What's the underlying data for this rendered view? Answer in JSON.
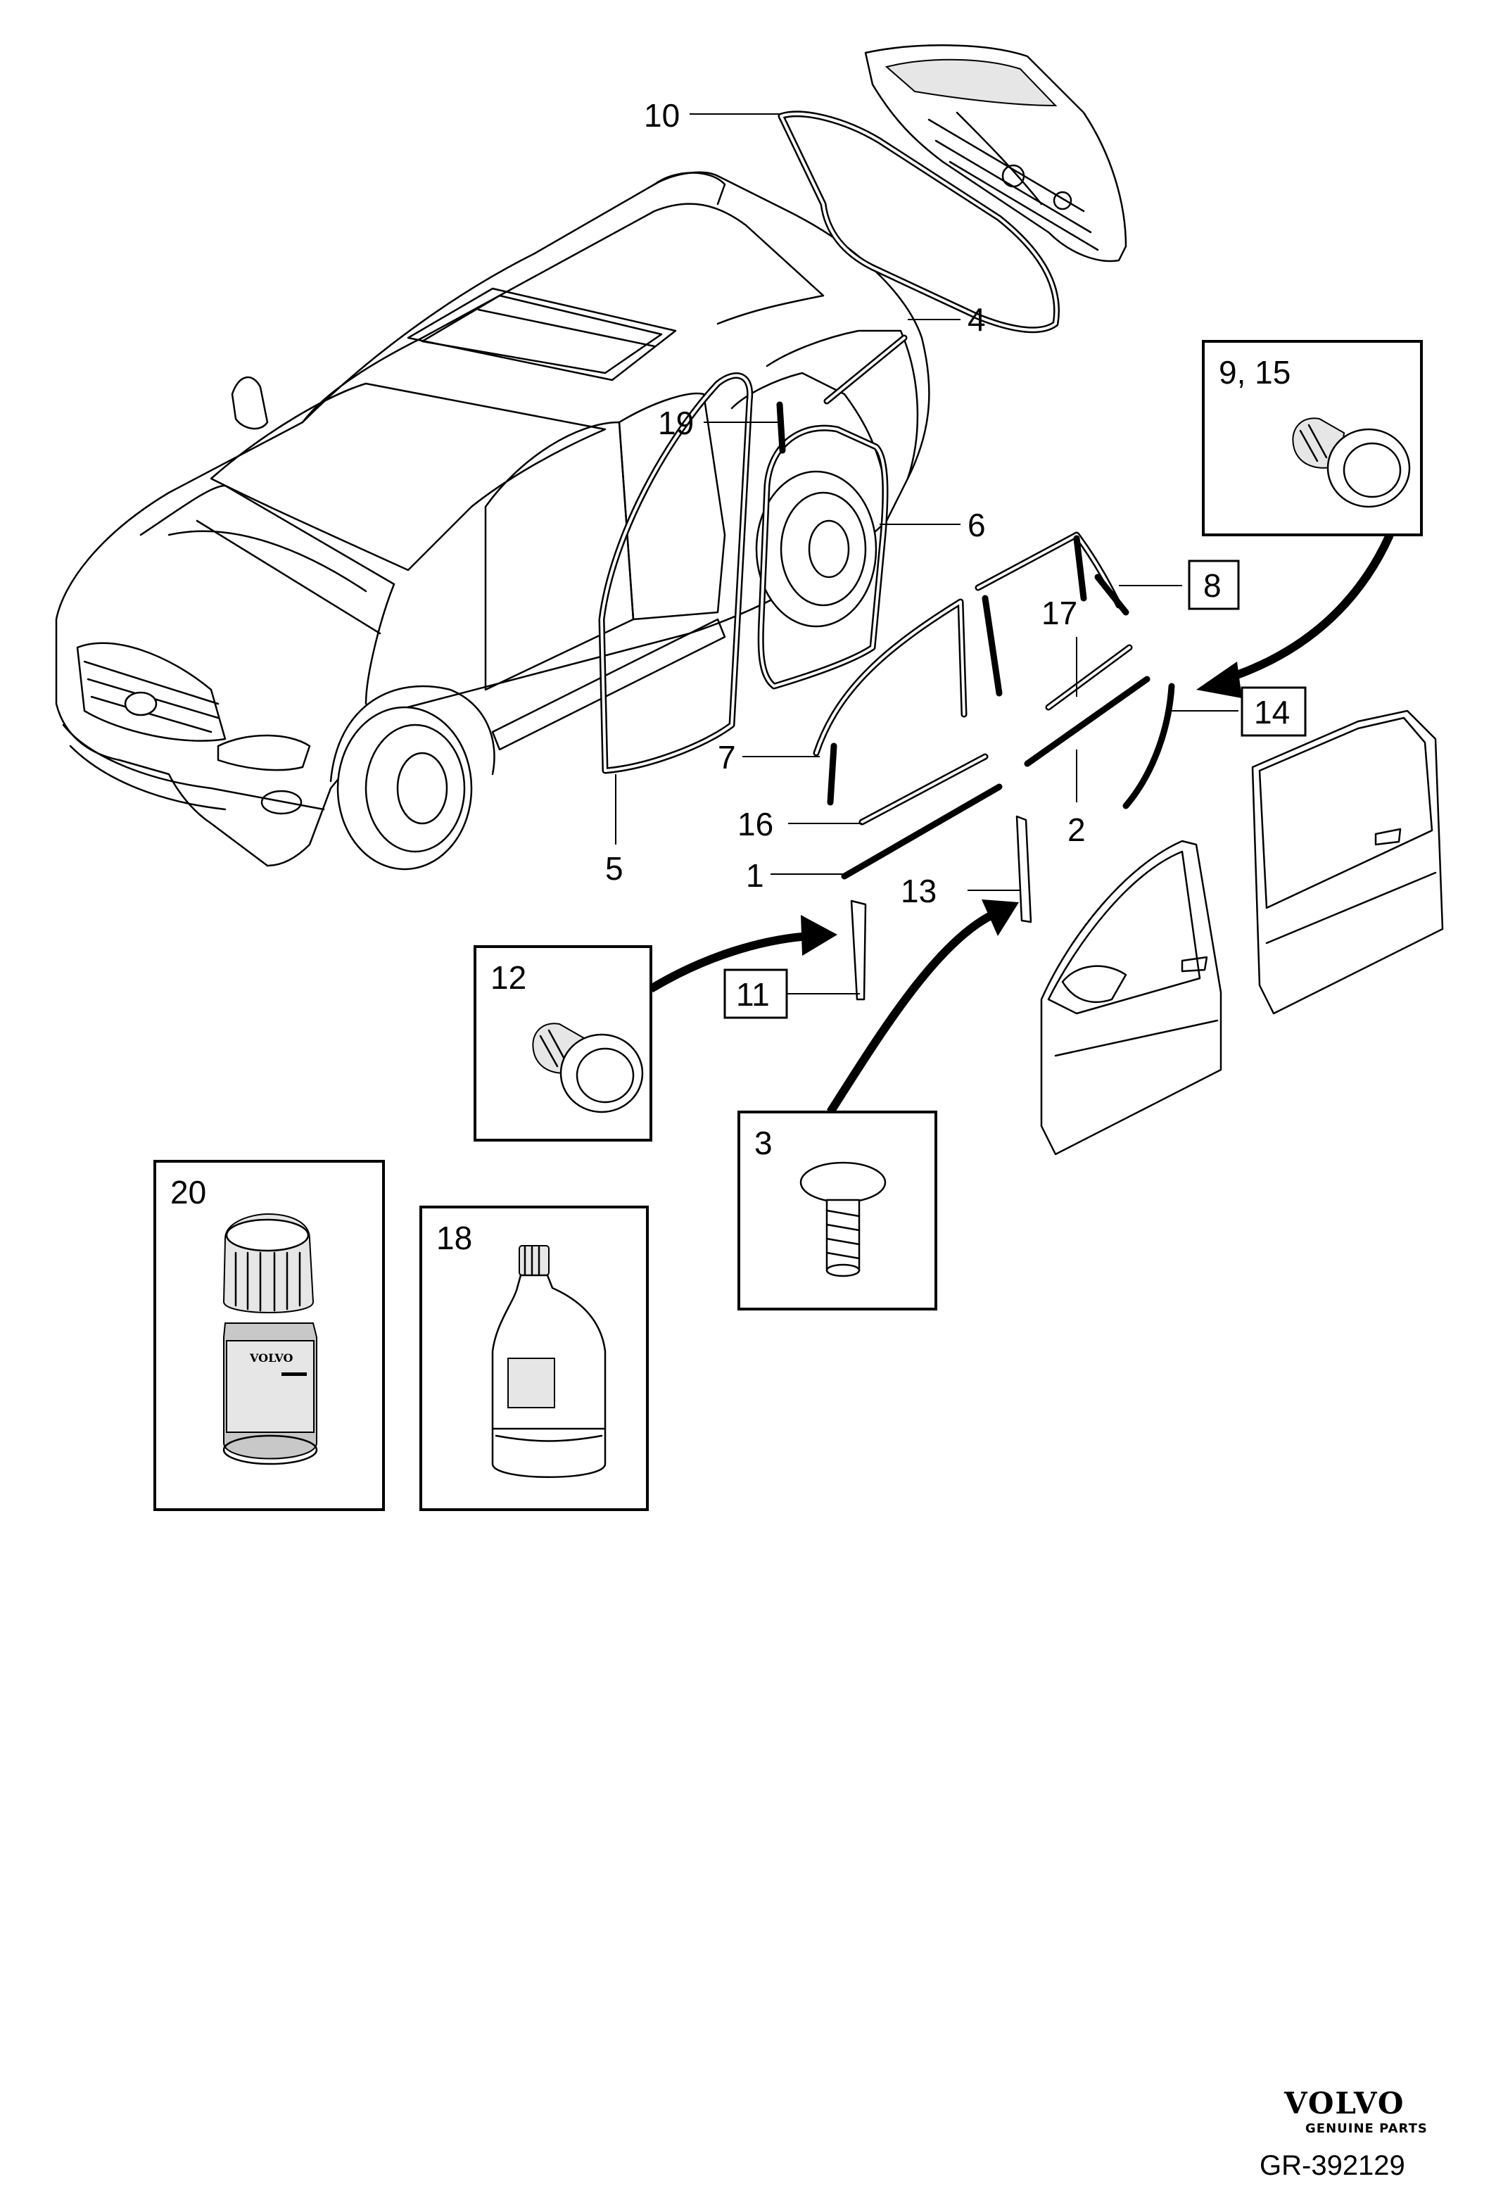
{
  "diagram": {
    "callouts": {
      "c1": "1",
      "c2": "2",
      "c4": "4",
      "c5": "5",
      "c6": "6",
      "c7": "7",
      "c10": "10",
      "c13": "13",
      "c16": "16",
      "c17": "17",
      "c19": "19"
    },
    "boxed_tags": {
      "t8": "8",
      "t11": "11",
      "t14": "14"
    },
    "detail_boxes": {
      "b9_15": "9, 15",
      "b12": "12",
      "b3": "3",
      "b20": "20",
      "b18": "18"
    },
    "bottle_label_text": "VOLVO"
  },
  "footer": {
    "brand": "VOLVO",
    "brand_sub": "GENUINE PARTS",
    "drawing_id": "GR-392129"
  }
}
